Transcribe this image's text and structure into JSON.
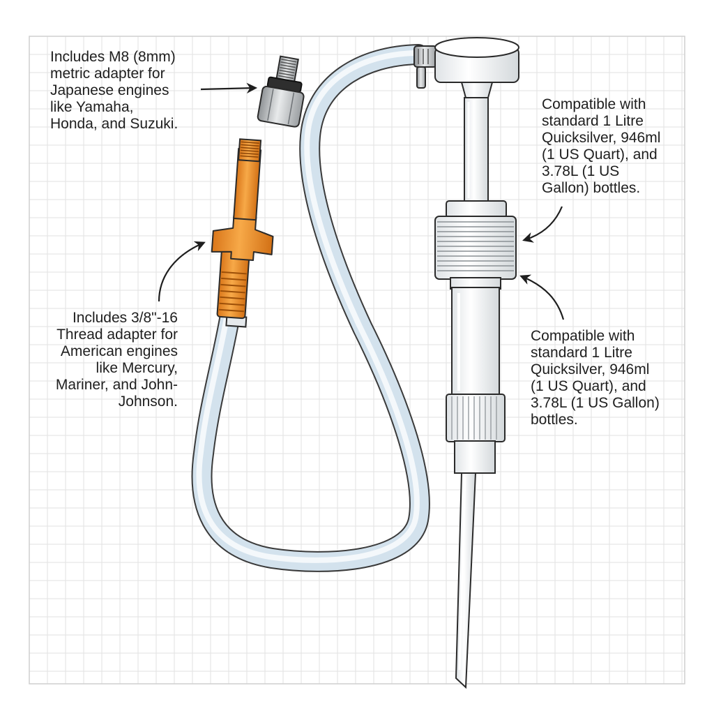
{
  "colors": {
    "grid": "#dcdcdc",
    "outline": "#2a2a2a",
    "hose": "#c9dbe8",
    "pump_body": "#f4f6f7",
    "orange_adapter": "#f0952e",
    "metal": "#b9bcbf"
  },
  "callouts": {
    "metric_adapter": {
      "lines": [
        "Includes M8 (8mm)",
        "metric adapter for",
        "Japanese engines",
        "like Yamaha,",
        "Honda, and Suzuki."
      ]
    },
    "imperial_adapter": {
      "lines": [
        "Includes 3/8\"-16",
        "Thread adapter for",
        "American engines",
        "like Mercury,",
        "Mariner, and John-",
        "Johnson."
      ]
    },
    "bottle_compat_top": {
      "lines": [
        "Compatible with",
        "standard 1 Litre",
        "Quicksilver, 946ml",
        "(1 US Quart), and",
        "3.78L (1 US",
        "Gallon) bottles."
      ]
    },
    "bottle_compat_bottom": {
      "lines": [
        "Compatible with",
        "standard 1 Litre",
        "Quicksilver, 946ml",
        "(1 US Quart), and",
        "3.78L (1 US Gallon)",
        "bottles."
      ]
    }
  }
}
